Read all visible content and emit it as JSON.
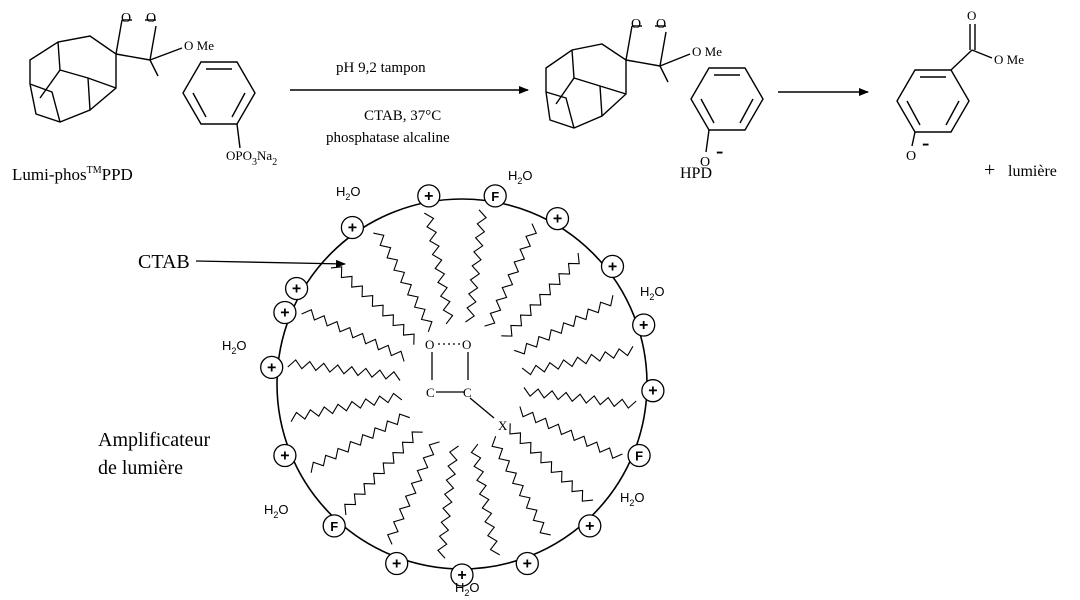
{
  "reaction": {
    "reagent_name": "Lumi-phos",
    "reagent_superscript": "TM",
    "reagent_suffix": "PPD",
    "ome": "O Me",
    "ring_o": "O",
    "phosphate_prefix": "OPO",
    "phosphate_sub1": "3",
    "phosphate_mid": "Na",
    "phosphate_sub2": "2",
    "cond_line1": "pH 9,2   tampon",
    "cond_line2": "CTAB, 37°C",
    "cond_line3": "phosphatase alcaline",
    "hpd_label": "HPD",
    "phenolate_o": "O",
    "minus": "-",
    "carbonyl_o": "O",
    "plus_sign": "+",
    "light": "lumière"
  },
  "micelle": {
    "ctab_label": "CTAB",
    "plus_symbol": "+",
    "f_symbol": "F",
    "water_h": "H",
    "water_sub": "2",
    "water_o": "O",
    "dioxetane_o": "O",
    "dioxetane_c": "C",
    "x_label": "X",
    "amplifier_line1": "Amplificateur",
    "amplifier_line2": "de lumière"
  }
}
